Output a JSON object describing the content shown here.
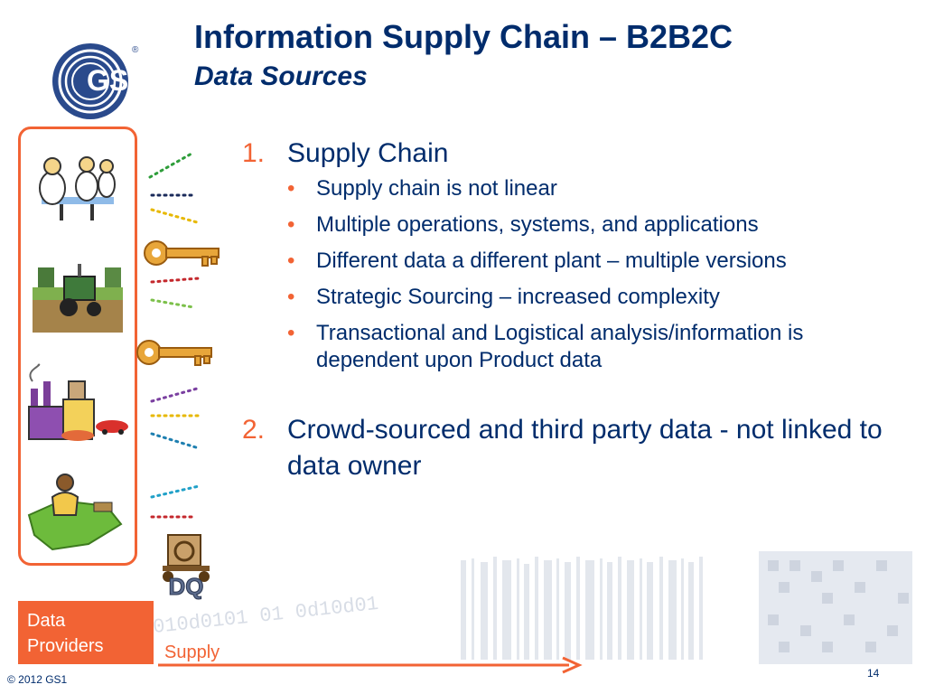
{
  "header": {
    "title": "Information Supply Chain – B2B2C",
    "subtitle": "Data Sources"
  },
  "logo": {
    "text": "GS1",
    "mark": "®"
  },
  "content": {
    "items": [
      {
        "number": "1.",
        "text": "Supply Chain",
        "bullet": "•",
        "sub_items": [
          "Supply chain is not linear",
          "Multiple operations, systems, and applications",
          "Different data a different plant – multiple versions",
          "Strategic Sourcing – increased complexity",
          "Transactional and Logistical analysis/information is dependent upon Product data"
        ]
      },
      {
        "number": "2.",
        "text": "Crowd-sourced and third party data - not linked to data owner"
      }
    ]
  },
  "dq_label": "DQ",
  "providers_box": {
    "line1": "Data",
    "line2": "Providers"
  },
  "supply_label": "Supply",
  "footer": {
    "copyright": "© 2012 GS1",
    "page_number": "14"
  },
  "colors": {
    "accent": "#f26334",
    "navy": "#002c6c",
    "logo_blue": "#2a4a8c"
  },
  "icons": [
    "gs1-logo",
    "lab-workers-clipart",
    "tractor-field-clipart",
    "factory-clipart",
    "woman-map-clipart",
    "golden-key-icon",
    "dq-cart-clipart",
    "dotted-connector-lines",
    "supply-arrow-icon"
  ]
}
